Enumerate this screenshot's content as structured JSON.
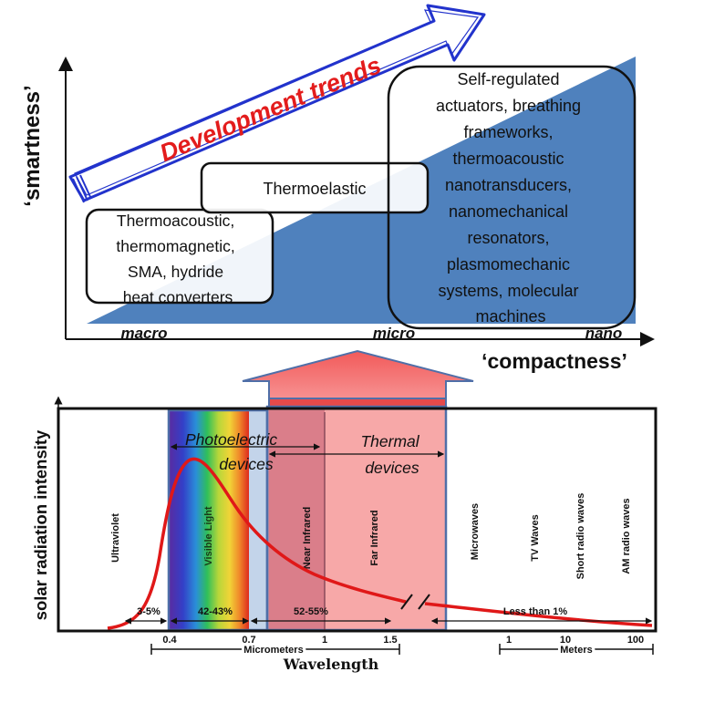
{
  "top": {
    "y_axis_label": "‘smartness’",
    "x_axis_label": "‘compactness’",
    "scale_labels": [
      "macro",
      "micro",
      "nano"
    ],
    "arrow_label": "Development trends",
    "boxes": [
      {
        "lines": [
          "Thermoacoustic,",
          "thermomagnetic,",
          "SMA,  hydride",
          "heat converters"
        ]
      },
      {
        "lines": [
          "Thermoelastic"
        ]
      },
      {
        "lines": [
          "Self-regulated",
          "actuators, breathing",
          "frameworks,",
          "thermoacoustic",
          "nanotransducers,",
          "nanomechanical",
          "resonators,",
          "plasmomechanic",
          "systems,  molecular",
          "machines"
        ]
      }
    ],
    "colors": {
      "triangle": "#4f81bd",
      "arrow_text": "#e31c1c",
      "arrow_outline": "#2233cc"
    }
  },
  "bottom": {
    "y_axis_label": "solar radiation intensity",
    "x_axis_title": "Wavelength",
    "band_labels": [
      "Ultraviolet",
      "Visible Light",
      "Near Infrared",
      "Far Infrared",
      "Microwaves",
      "TV Waves",
      "Short radio waves",
      "AM radio waves"
    ],
    "device_labels": [
      {
        "lines": [
          "Photoelectric",
          "devices"
        ]
      },
      {
        "lines": [
          "Thermal",
          "devices"
        ]
      }
    ],
    "percent_labels": [
      "3-5%",
      "42-43%",
      "52-55%",
      "Less than 1%"
    ],
    "micrometer_ticks": [
      "0.4",
      "0.7",
      "1",
      "1.5"
    ],
    "micrometer_unit": "Micrometers",
    "meter_ticks": [
      "1",
      "10",
      "100"
    ],
    "meter_unit": "Meters",
    "colors": {
      "curve": "#e01818",
      "thermal_zone": "#f7a8a8",
      "up_arrow": "#f46a6a"
    }
  }
}
